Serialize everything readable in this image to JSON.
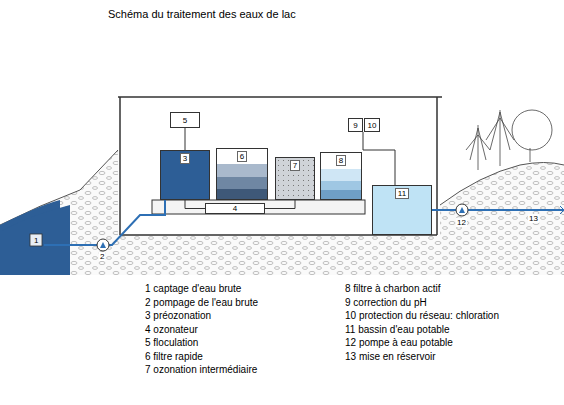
{
  "diagram": {
    "title": "Schéma du traitement des eaux de lac",
    "nodes": [
      {
        "text": [
          "5"
        ]
      },
      {
        "text": [
          "3"
        ]
      },
      {
        "text": [
          "6"
        ]
      },
      {
        "text": [
          "7"
        ]
      },
      {
        "text": [
          "8"
        ]
      },
      {
        "text": [
          "9"
        ]
      },
      {
        "text": [
          "10"
        ]
      },
      {
        "text": [
          "11"
        ]
      },
      {
        "text": [
          "4"
        ]
      }
    ],
    "edges": [
      {
        "from": 8,
        "to": 1,
        "arrow": "none"
      },
      {
        "from": 8,
        "to": 3,
        "arrow": "none"
      }
    ],
    "labels": [
      "1",
      "2",
      "12",
      "13",
      "1 captage d'eau brute",
      "2 pompage de l'eau brute",
      "3 préozonation",
      "4 ozonateur",
      "5 floculation",
      "6 filtre rapide",
      "7 ozonation intermédiaire",
      "8 filtre à charbon actif",
      "9 correction du pH",
      "10 protection du réseau: chloration",
      "11 bassin d'eau potable",
      "12 pompe à eau potable",
      "13 mise en réservoir"
    ]
  }
}
